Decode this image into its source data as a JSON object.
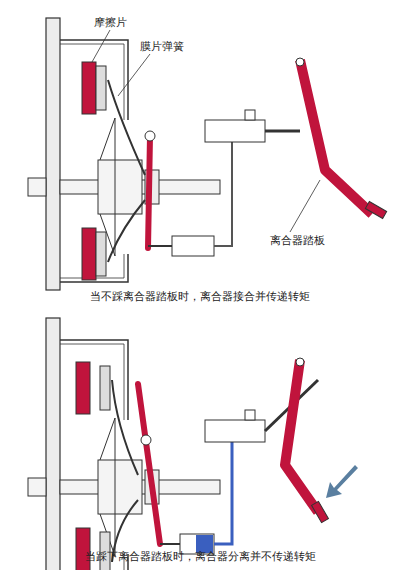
{
  "diagram": {
    "labels": [
      "摩擦片",
      "膜片弹簧",
      "离合器踏板",
      "当不踩离合器踏板时，离合器接合并传递转矩",
      "当踩下离合器踏板时，离合器分离并不传递转矩"
    ]
  }
}
